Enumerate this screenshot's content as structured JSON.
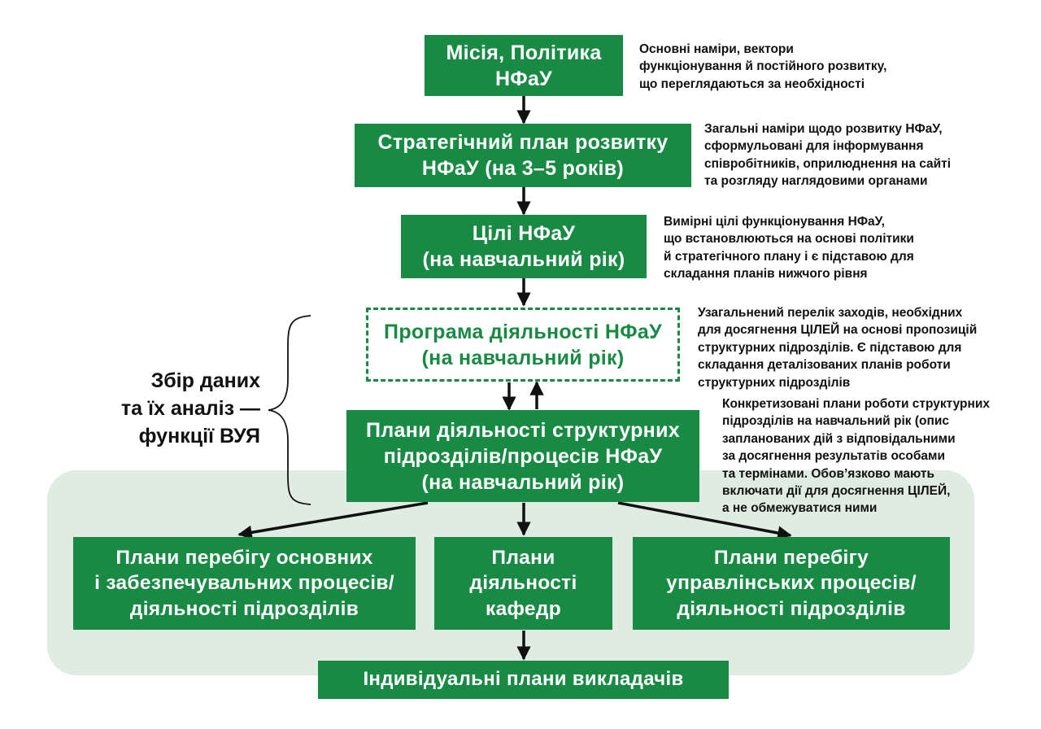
{
  "boxes": {
    "mission": "Місія, Політика\nНФаУ",
    "strategic_plan": "Стратегічний план розвитку\nНФаУ (на 3–5 років)",
    "goals": "Цілі НФаУ\n(на навчальний рік)",
    "program": "Програма діяльності НФаУ\n(на навчальний рік)",
    "unit_plans": "Плани діяльності структурних\nпідрозділів/процесів НФаУ\n(на навчальний рік)",
    "core_processes": "Плани перебігу основних\nі забезпечувальних процесів/\nдіяльності підрозділів",
    "department_plans": "Плани\nдіяльності\nкафедр",
    "management_processes": "Плани перебігу\nуправлінських процесів/\nдіяльності підрозділів",
    "individual_plans": "Індивідуальні плани викладачів"
  },
  "notes": {
    "mission": "Основні наміри, вектори\nфункціонування й постійного розвитку,\nщо переглядаються за необхідності",
    "strategic_plan": "Загальні наміри щодо розвитку НФаУ,\nсформульовані для інформування\nспівробітників, оприлюднення на сайті\nта розгляду наглядовими органами",
    "goals": "Вимірні цілі функціонування НФаУ,\nщо встановлюються на основі політики\nй стратегічного плану і є підставою для\nскладання планів нижчого рівня",
    "program": "Узагальнений перелік заходів, необхідних\nдля досягнення ЦІЛЕЙ на основі пропозицій\nструктурних підрозділів. Є підставою для\nскладання деталізованих планів роботи\nструктурних підрозділів",
    "unit_plans": "Конкретизовані плани роботи структурних\nпідрозділів на навчальний рік (опис\nзапланованих дій з відповідальними\nза досягнення результатів особами\nта термінами. Обов’язково мають\nвключати дії для досягнення ЦІЛЕЙ,\nа не обмежуватися ними"
  },
  "side_label": "Збір даних\nта їх аналіз —\nфункції ВУЯ",
  "colors": {
    "box_fill": "#188a43",
    "box_text": "#ffffff",
    "panel": "#e0ece1",
    "arrow": "#111111"
  }
}
